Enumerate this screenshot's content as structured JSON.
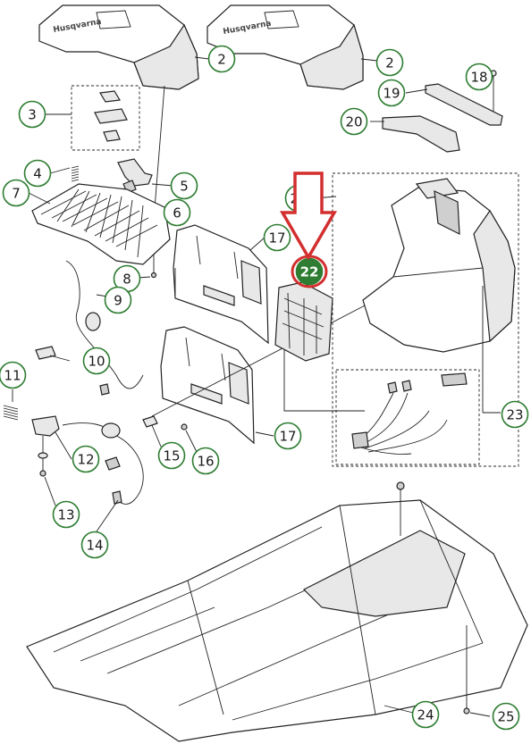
{
  "diagram": {
    "brand_logo": "Husqvarna",
    "highlight_color": "#d32f2f",
    "callout_color": "#2e7d32",
    "callouts": [
      {
        "id": "c2a",
        "label": "2"
      },
      {
        "id": "c2b",
        "label": "2"
      },
      {
        "id": "c3",
        "label": "3"
      },
      {
        "id": "c4",
        "label": "4"
      },
      {
        "id": "c5",
        "label": "5"
      },
      {
        "id": "c6",
        "label": "6"
      },
      {
        "id": "c7",
        "label": "7"
      },
      {
        "id": "c8",
        "label": "8"
      },
      {
        "id": "c9",
        "label": "9"
      },
      {
        "id": "c10",
        "label": "10"
      },
      {
        "id": "c11",
        "label": "11"
      },
      {
        "id": "c12",
        "label": "12"
      },
      {
        "id": "c13",
        "label": "13"
      },
      {
        "id": "c14",
        "label": "14"
      },
      {
        "id": "c15",
        "label": "15"
      },
      {
        "id": "c16",
        "label": "16"
      },
      {
        "id": "c17a",
        "label": "17"
      },
      {
        "id": "c17b",
        "label": "17"
      },
      {
        "id": "c18",
        "label": "18"
      },
      {
        "id": "c19",
        "label": "19"
      },
      {
        "id": "c20",
        "label": "20"
      },
      {
        "id": "c21",
        "label": "21"
      },
      {
        "id": "c22",
        "label": "22"
      },
      {
        "id": "c23",
        "label": "23"
      },
      {
        "id": "c24",
        "label": "24"
      },
      {
        "id": "c25",
        "label": "25"
      }
    ]
  }
}
